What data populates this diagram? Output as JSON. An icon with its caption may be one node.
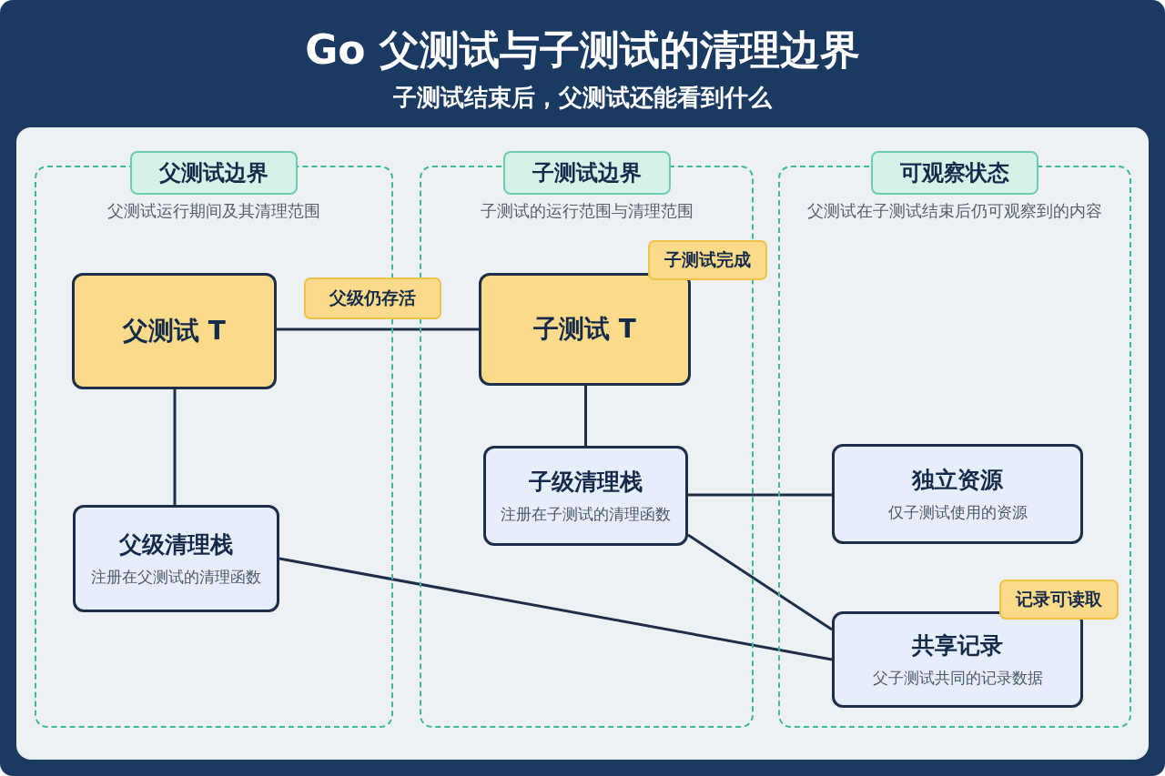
{
  "diagram": {
    "title": "Go 父测试与子测试的清理边界",
    "nodes": [
      {
        "text": [
          "父测试边界",
          "父测试运行期间及其清理范围"
        ]
      },
      {
        "text": [
          "父测试 T"
        ],
        "in": 0
      },
      {
        "text": [
          "父级清理栈",
          "注册在父测试的清理函数"
        ],
        "in": 0
      },
      {
        "text": [
          "子测试边界",
          "子测试的运行范围与清理范围"
        ]
      },
      {
        "text": [
          "子测试 T"
        ],
        "in": 3,
        "beside": [
          "子测试完成"
        ]
      },
      {
        "text": [
          "子级清理栈",
          "注册在子测试的清理函数"
        ],
        "in": 3
      },
      {
        "text": [
          "可观察状态",
          "父测试在子测试结束后仍可观察到的内容"
        ]
      },
      {
        "text": [
          "独立资源",
          "仅子测试使用的资源"
        ],
        "in": 6
      },
      {
        "text": [
          "共享记录",
          "父子测试共同的记录数据"
        ],
        "in": 6,
        "beside": [
          "记录可读取"
        ]
      }
    ],
    "edges": [
      {
        "from": 1,
        "to": 4,
        "arrow": "none",
        "label": "父级仍存活"
      },
      {
        "from": 1,
        "to": 2,
        "arrow": "none"
      },
      {
        "from": 4,
        "to": 5,
        "arrow": "none"
      },
      {
        "from": 5,
        "to": 7,
        "arrow": "none"
      },
      {
        "from": 5,
        "to": 8,
        "arrow": "none"
      },
      {
        "from": 2,
        "to": 8,
        "arrow": "none"
      }
    ],
    "labels": [
      "子测试结束后，父测试还能看到什么"
    ]
  }
}
